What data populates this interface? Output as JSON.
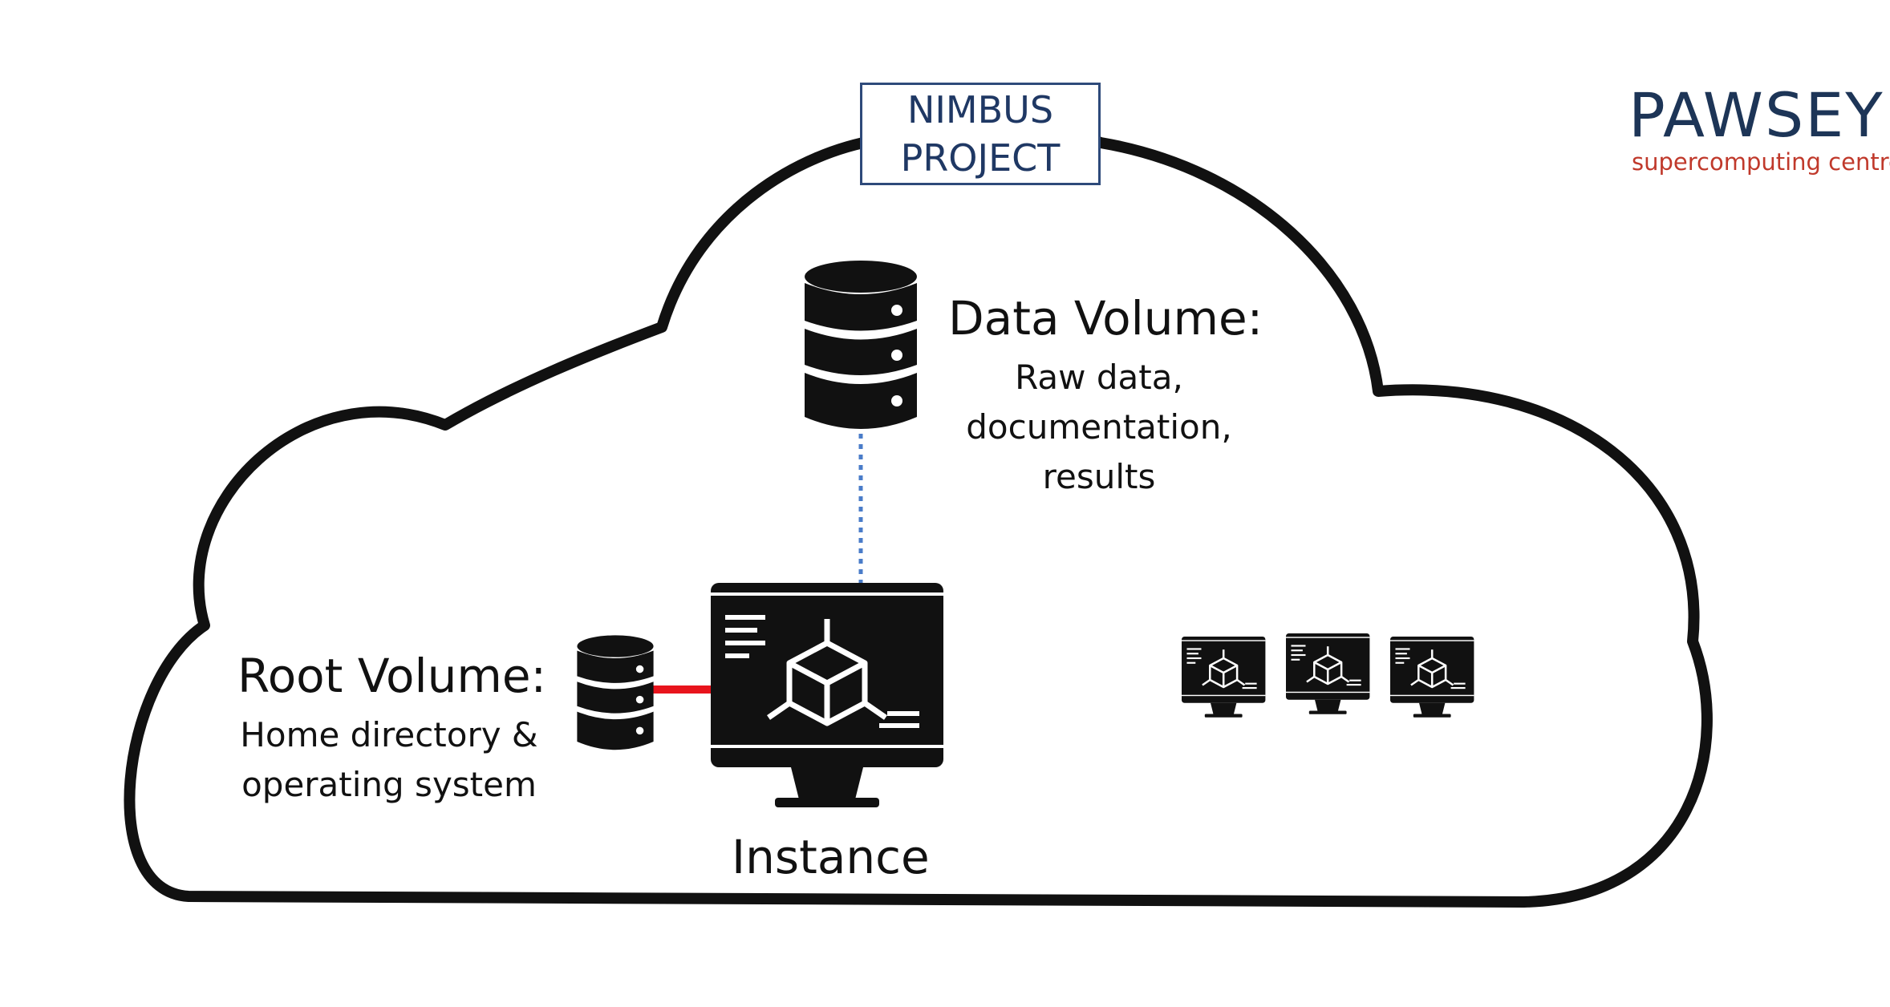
{
  "project": {
    "line1": "NIMBUS",
    "line2": "PROJECT"
  },
  "logo": {
    "wordmark": "PAWSEY",
    "tagline": "supercomputing centre"
  },
  "data_volume": {
    "title": "Data Volume:",
    "lines": [
      "Raw data,",
      "documentation,",
      "results"
    ]
  },
  "root_volume": {
    "title": "Root Volume:",
    "lines": [
      "Home directory &",
      "operating system"
    ]
  },
  "instance": {
    "label": "Instance"
  },
  "icons": {
    "database": "database-icon",
    "monitor": "monitor-cube-icon"
  },
  "colors": {
    "outline": "#111111",
    "project_border": "#2e4a7a",
    "project_text": "#1f3864",
    "logo_wordmark": "#1d3557",
    "logo_tagline": "#c0392b",
    "root_link": "#e8141c",
    "data_link": "#4a7cc9"
  }
}
